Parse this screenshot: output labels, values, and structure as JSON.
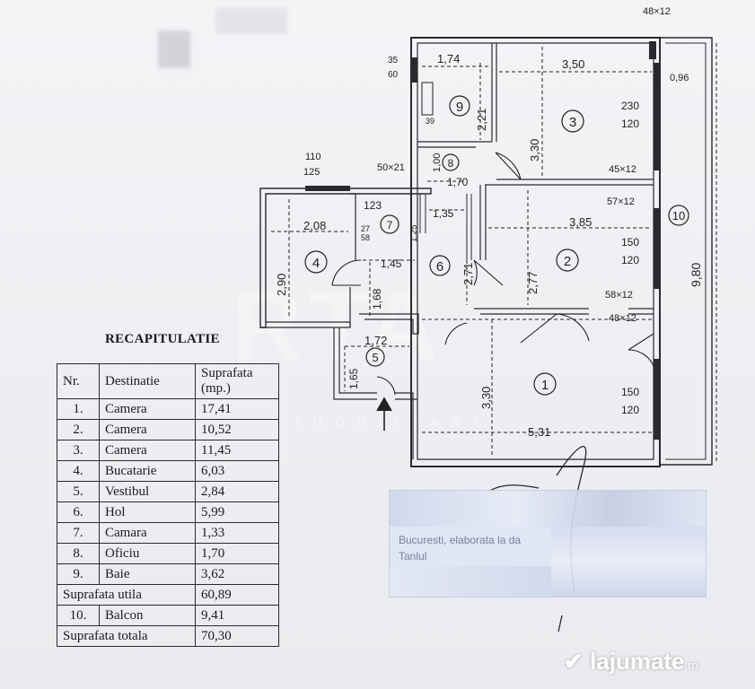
{
  "plan": {
    "rooms": [
      {
        "no": "1"
      },
      {
        "no": "2"
      },
      {
        "no": "3"
      },
      {
        "no": "4"
      },
      {
        "no": "5"
      },
      {
        "no": "6"
      },
      {
        "no": "7"
      },
      {
        "no": "8"
      },
      {
        "no": "9"
      },
      {
        "no": "10"
      }
    ],
    "dims": {
      "d174": "1,74",
      "d350": "3,50",
      "d096": "0,96",
      "d221": "2,21",
      "d330a": "3,30",
      "d230": "230",
      "d120a": "120",
      "d4512": "45×12",
      "d5712": "57×12",
      "d385": "3,85",
      "d150a": "150",
      "d120b": "120",
      "d5812": "58×12",
      "d4812a": "48×12",
      "d4812b": "48×12",
      "d277": "2,77",
      "d271": "2,71",
      "d135": "1,35",
      "d170": "1,70",
      "d100": "1,00",
      "d5021": "50×21",
      "d110": "110",
      "d125": "125",
      "d123": "123",
      "d208": "2,08",
      "d290": "2,90",
      "d145": "1,45",
      "d168": "1,68",
      "d172": "1,72",
      "d165": "1,65",
      "d330b": "3,30",
      "d531": "5,31",
      "d150b": "150",
      "d120c": "120",
      "d980": "9,80",
      "d35": "35",
      "d60": "60",
      "d39": "39",
      "d27": "27",
      "d58": "58",
      "d125b": "1,25"
    }
  },
  "recap": {
    "title": "RECAPITULATIE",
    "headers": {
      "nr": "Nr.",
      "dest": "Destinatie",
      "sup": "Suprafata (mp.)"
    },
    "rows": [
      {
        "nr": "1.",
        "dest": "Camera",
        "sup": "17,41"
      },
      {
        "nr": "2.",
        "dest": "Camera",
        "sup": "10,52"
      },
      {
        "nr": "3.",
        "dest": "Camera",
        "sup": "11,45"
      },
      {
        "nr": "4.",
        "dest": "Bucatarie",
        "sup": "6,03"
      },
      {
        "nr": "5.",
        "dest": "Vestibul",
        "sup": "2,84"
      },
      {
        "nr": "6.",
        "dest": "Hol",
        "sup": "5,99"
      },
      {
        "nr": "7.",
        "dest": "Camara",
        "sup": "1,33"
      },
      {
        "nr": "8.",
        "dest": "Oficiu",
        "sup": "1,70"
      },
      {
        "nr": "9.",
        "dest": "Baie",
        "sup": "3,62"
      }
    ],
    "utila": {
      "label": "Suprafata utila",
      "sup": "60,89"
    },
    "balcon": {
      "nr": "10.",
      "dest": "Balcon",
      "sup": "9,41"
    },
    "totala": {
      "label": "Suprafata totala",
      "sup": "70,30"
    }
  },
  "stamp": {
    "line1": "Bucuresti, elaborata la da",
    "line2": "Tanlul"
  },
  "watermark": {
    "logo": "RTA",
    "sub": "IMOBILIARE"
  },
  "brand": {
    "name": "lajumate",
    "suffix": ".ro",
    "icon": "lajumate-logo-icon"
  },
  "colors": {
    "ink": "#1b1b1f",
    "paper": "#eef0f3",
    "stamp": "#dfe6f5"
  }
}
